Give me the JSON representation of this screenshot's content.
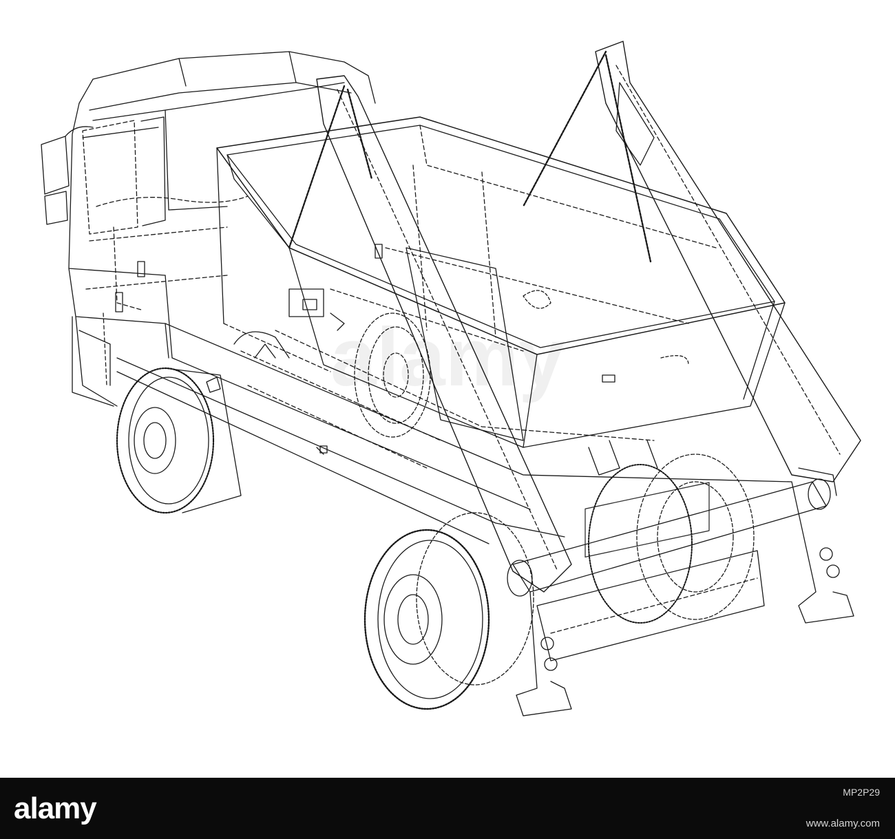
{
  "image": {
    "subject": "truck-wireframe",
    "line_color": "#1a1a1a",
    "background": "#ffffff"
  },
  "footer": {
    "brand": "alamy",
    "image_id": "MP2P29",
    "site": "www.alamy.com",
    "background": "#0b0b0b",
    "text_color": "#ffffff"
  }
}
